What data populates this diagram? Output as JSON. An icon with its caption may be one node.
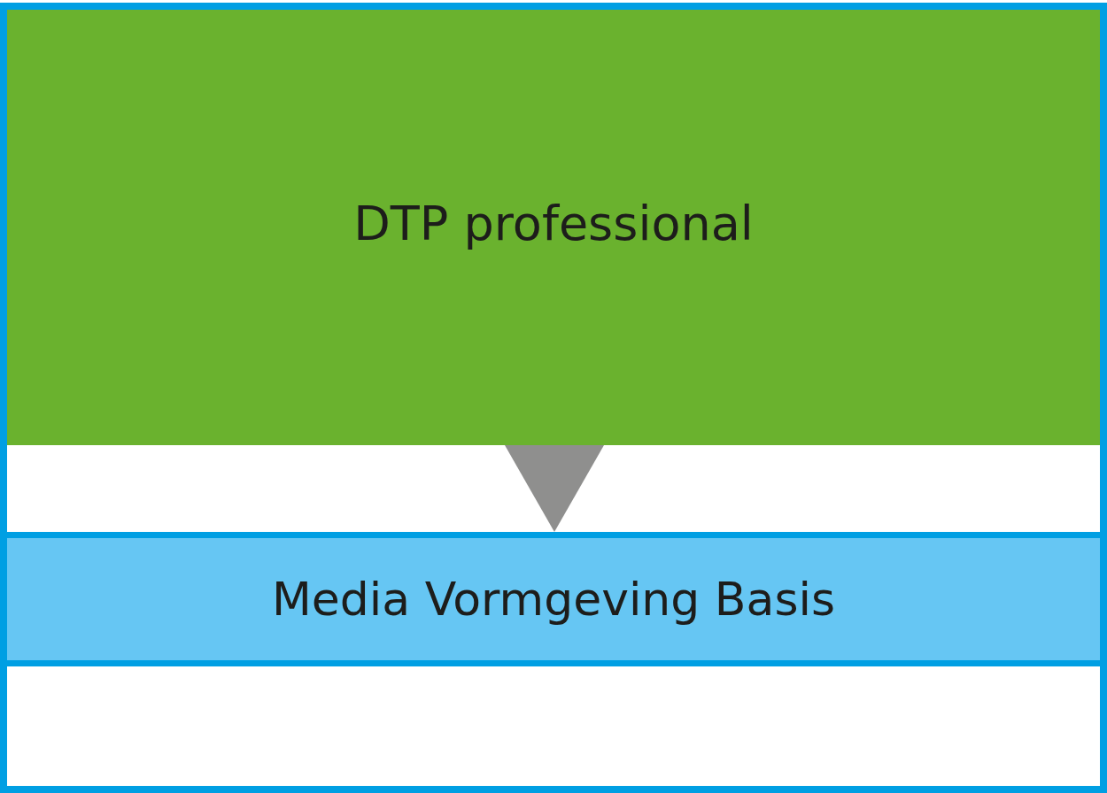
{
  "diagram": {
    "nodes": [
      {
        "text": [],
        "shape": "box"
      },
      {
        "text": [
          "DTP professional"
        ],
        "in": 0
      },
      {
        "text": [
          "Media Vormgeving Basis"
        ],
        "in": 0
      }
    ],
    "edges": [
      {
        "from": 1,
        "to": 2,
        "arrow": "to"
      }
    ]
  }
}
